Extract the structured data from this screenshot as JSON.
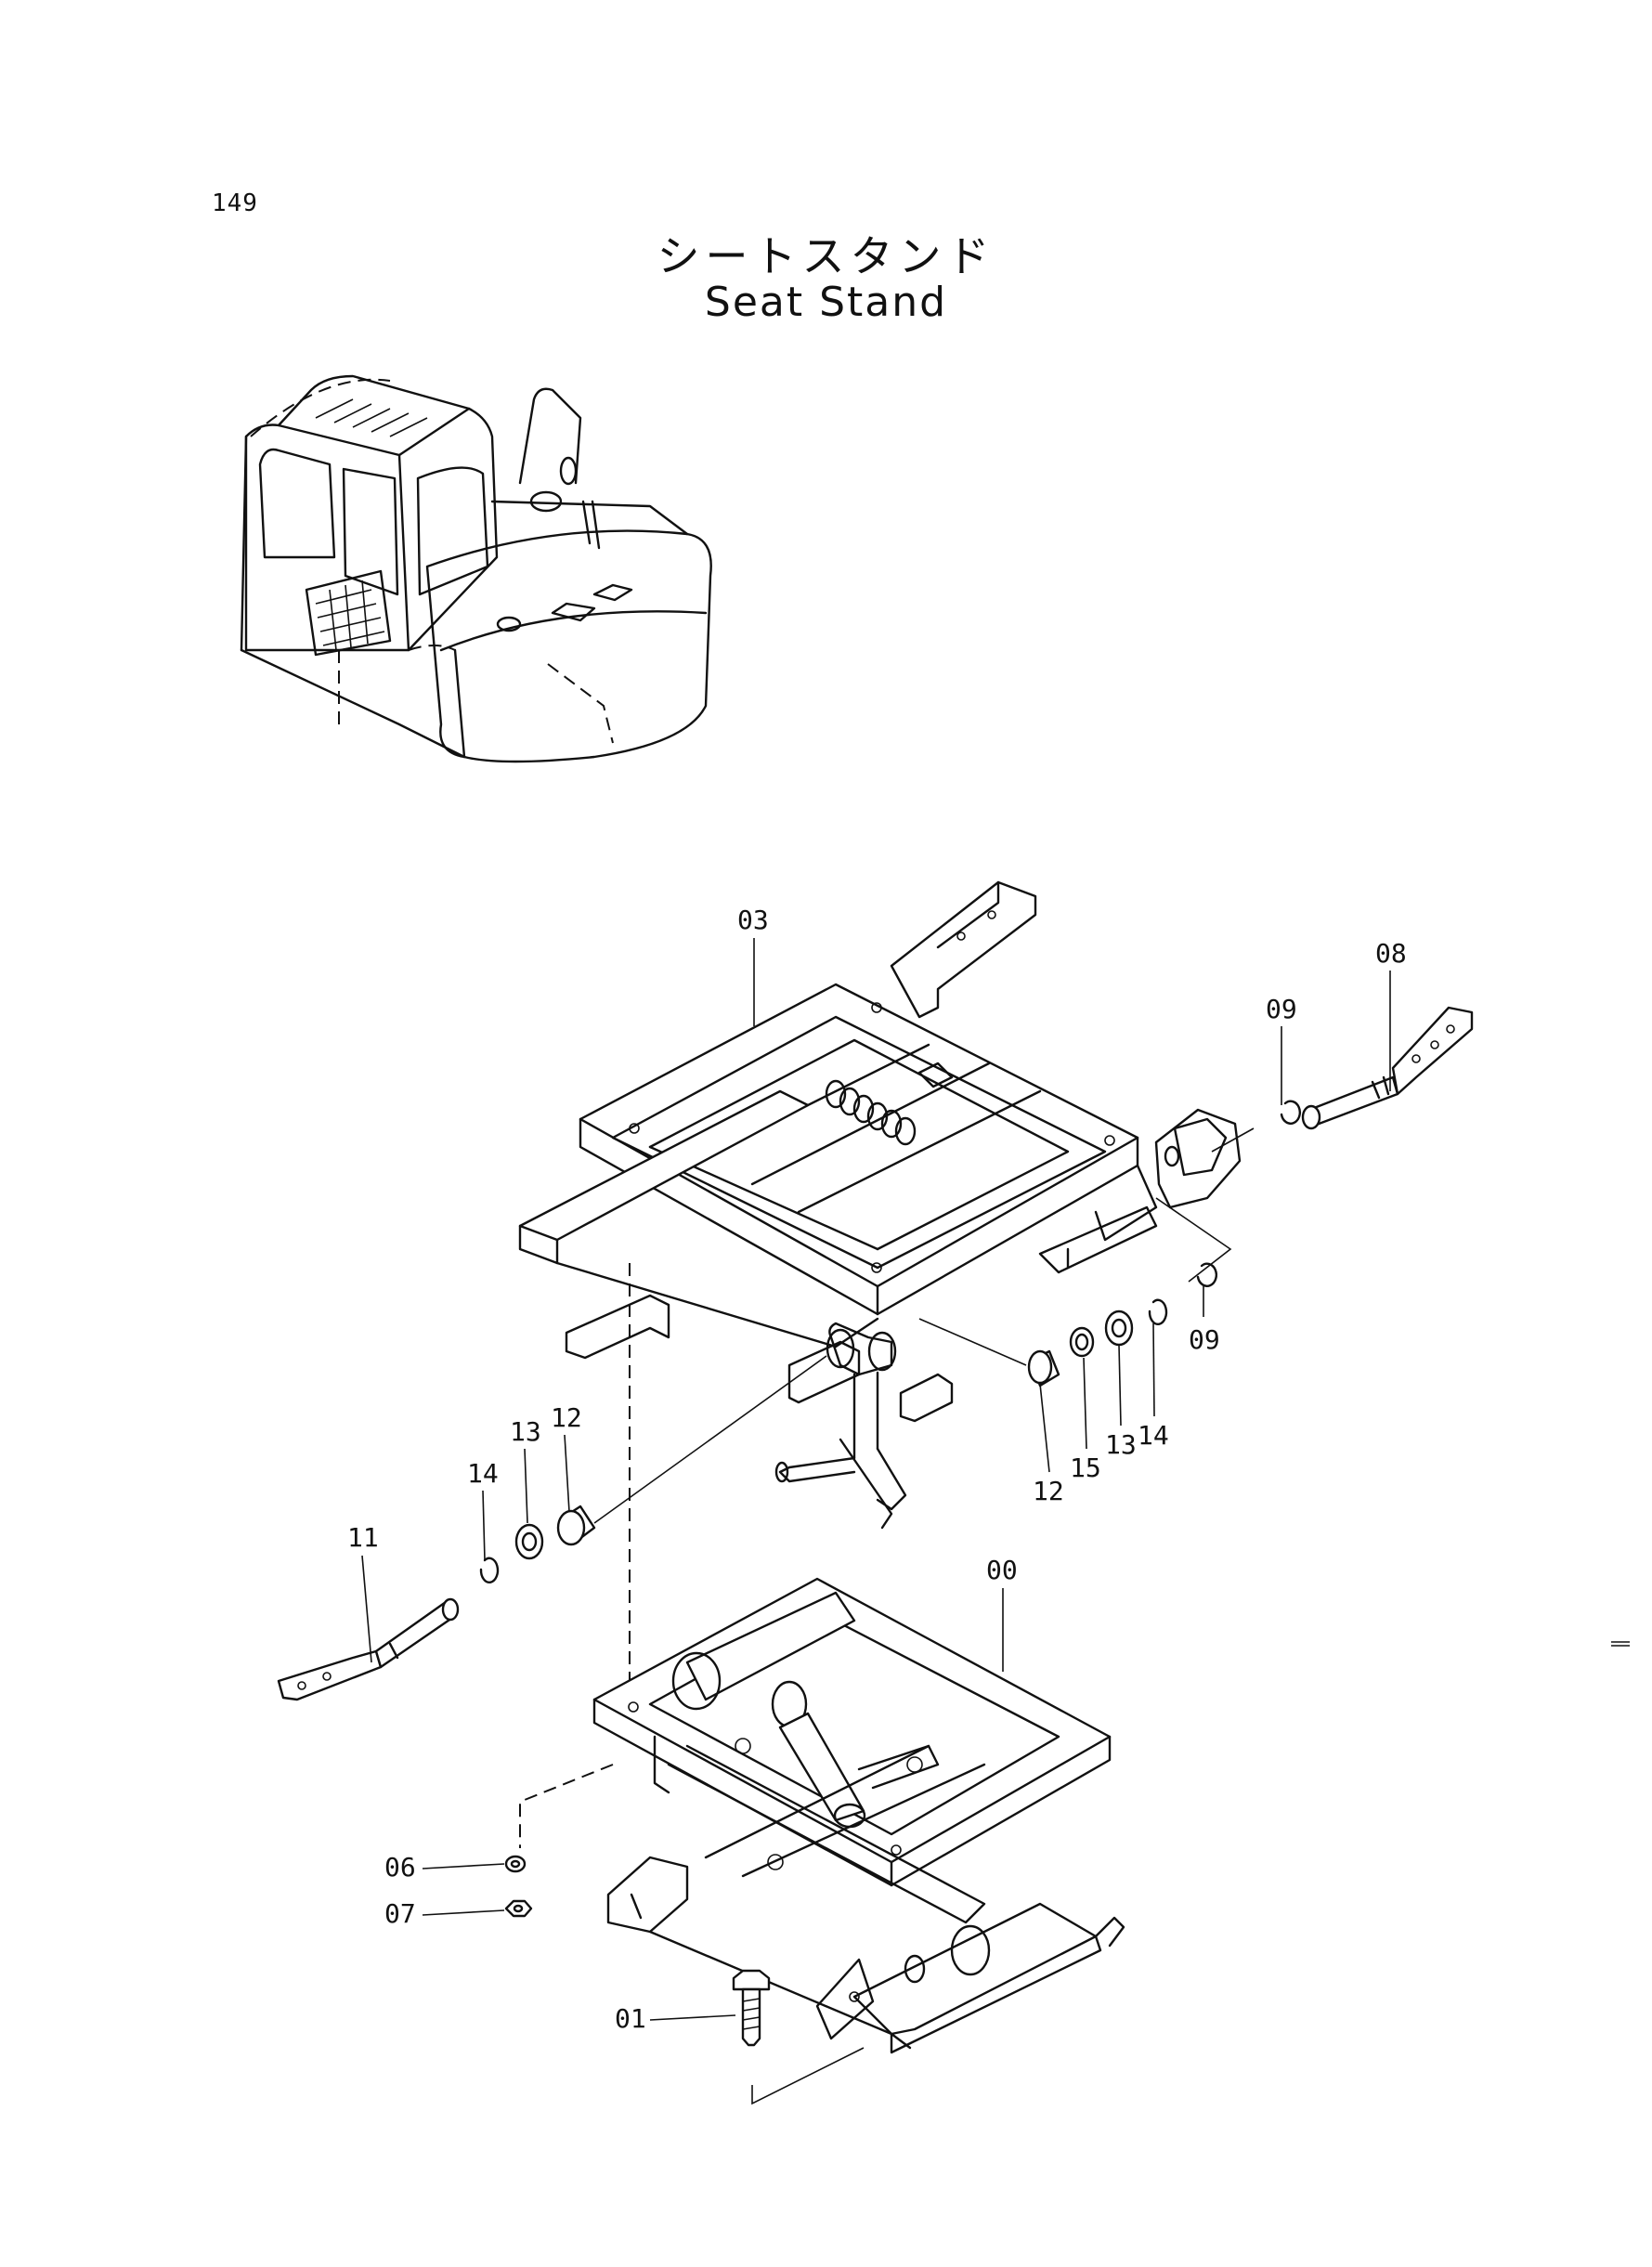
{
  "page": {
    "number": "149"
  },
  "title": {
    "japanese": "シートスタンド",
    "english": "Seat Stand"
  },
  "callouts": {
    "p00": "00",
    "p01": "01",
    "p03": "03",
    "p06": "06",
    "p07": "07",
    "p08": "08",
    "p09a": "09",
    "p09b": "09",
    "p11": "11",
    "p12a": "12",
    "p12b": "12",
    "p13a": "13",
    "p13b": "13",
    "p14a": "14",
    "p14b": "14",
    "p15": "15"
  }
}
